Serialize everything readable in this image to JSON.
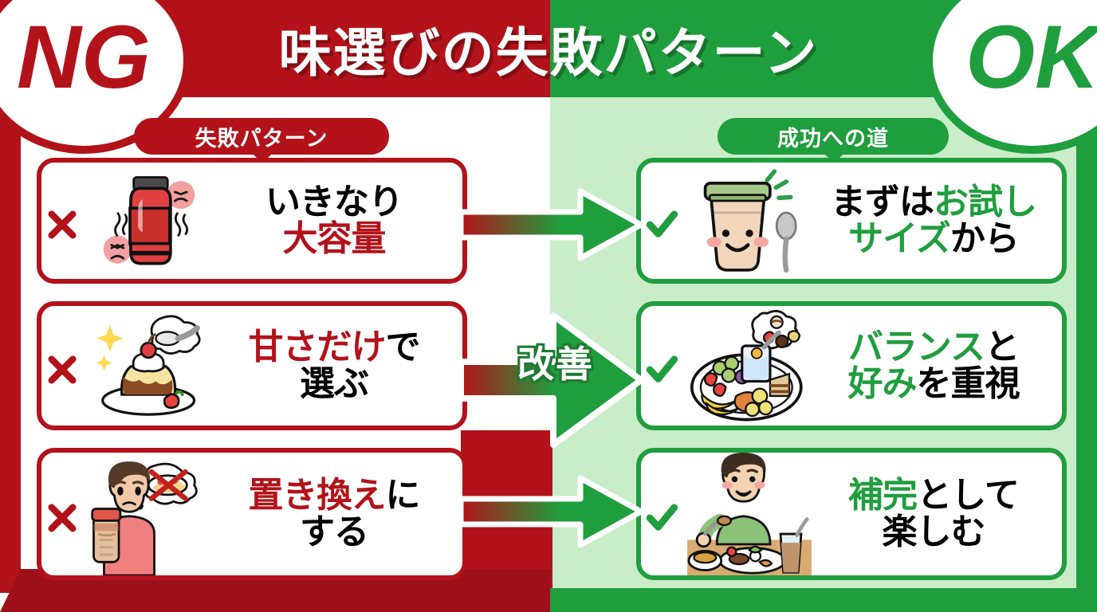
{
  "header": {
    "title": "味選びの失敗パターン",
    "ng_badge": "NG",
    "ok_badge": "OK",
    "colors": {
      "red": "#b3121a",
      "green": "#1f9e3d",
      "light_green": "#c9ecc9"
    }
  },
  "sections": {
    "ng_pill": "失敗パターン",
    "ok_pill": "成功への道"
  },
  "ng_cards": [
    {
      "mark": "cross-mark",
      "art": "protein-jar-icon",
      "line1_a": "いきなり",
      "line1_a_color": "black",
      "line2_a": "大容量",
      "line2_a_color": "red"
    },
    {
      "mark": "cross-mark",
      "art": "pudding-dessert-icon",
      "line1_a": "甘さだけ",
      "line1_a_color": "red",
      "line1_b": "で",
      "line1_b_color": "black",
      "line2_a": "選ぶ",
      "line2_a_color": "black"
    },
    {
      "mark": "cross-mark",
      "art": "sad-person-shaker-icon",
      "line1_a": "置き換え",
      "line1_a_color": "red",
      "line1_b": "に",
      "line1_b_color": "black",
      "line2_a": "する",
      "line2_a_color": "black"
    }
  ],
  "ok_cards": [
    {
      "mark": "check-mark",
      "art": "smiling-cup-spoon-icon",
      "line1_a": "まずは",
      "line1_a_color": "black",
      "line1_b": "お試し",
      "line1_b_color": "green",
      "line2_a": "サイズ",
      "line2_a_color": "green",
      "line2_b": "から",
      "line2_b_color": "black"
    },
    {
      "mark": "check-mark",
      "art": "balanced-fruit-plate-icon",
      "line1_a": "バランス",
      "line1_a_color": "green",
      "line1_b": "と",
      "line1_b_color": "black",
      "line2_a": "好み",
      "line2_a_color": "green",
      "line2_b": "を重視",
      "line2_b_color": "black"
    },
    {
      "mark": "check-mark",
      "art": "person-eating-meal-icon",
      "line1_a": "補完",
      "line1_a_color": "green",
      "line1_b": "として",
      "line1_b_color": "black",
      "line2_a": "楽しむ",
      "line2_a_color": "black"
    }
  ],
  "connector": {
    "label": "改善",
    "arrow_from_color": "#b3121a",
    "arrow_to_color": "#1f9e3d"
  }
}
